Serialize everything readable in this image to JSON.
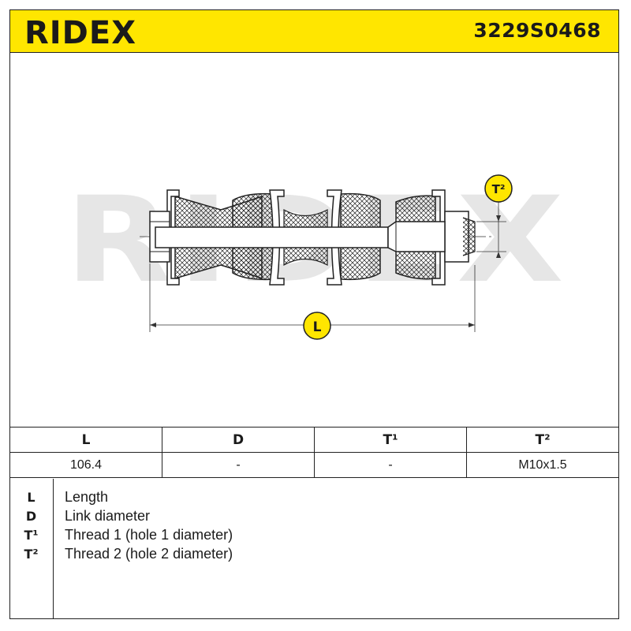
{
  "header": {
    "brand": "RIDEX",
    "part_number": "3229S0468",
    "background_color": "#ffe600"
  },
  "diagram": {
    "watermark": "RIDEX",
    "callout_length": "L",
    "callout_thread2": "T²"
  },
  "spec_table": {
    "headers": [
      "L",
      "D",
      "T¹",
      "T²"
    ],
    "values": [
      "106.4",
      "-",
      "-",
      "M10x1.5"
    ]
  },
  "legend": [
    {
      "key": "L",
      "description": "Length"
    },
    {
      "key": "D",
      "description": "Link diameter"
    },
    {
      "key": "T¹",
      "description": "Thread 1 (hole 1 diameter)"
    },
    {
      "key": "T²",
      "description": "Thread 2 (hole 2 diameter)"
    }
  ]
}
